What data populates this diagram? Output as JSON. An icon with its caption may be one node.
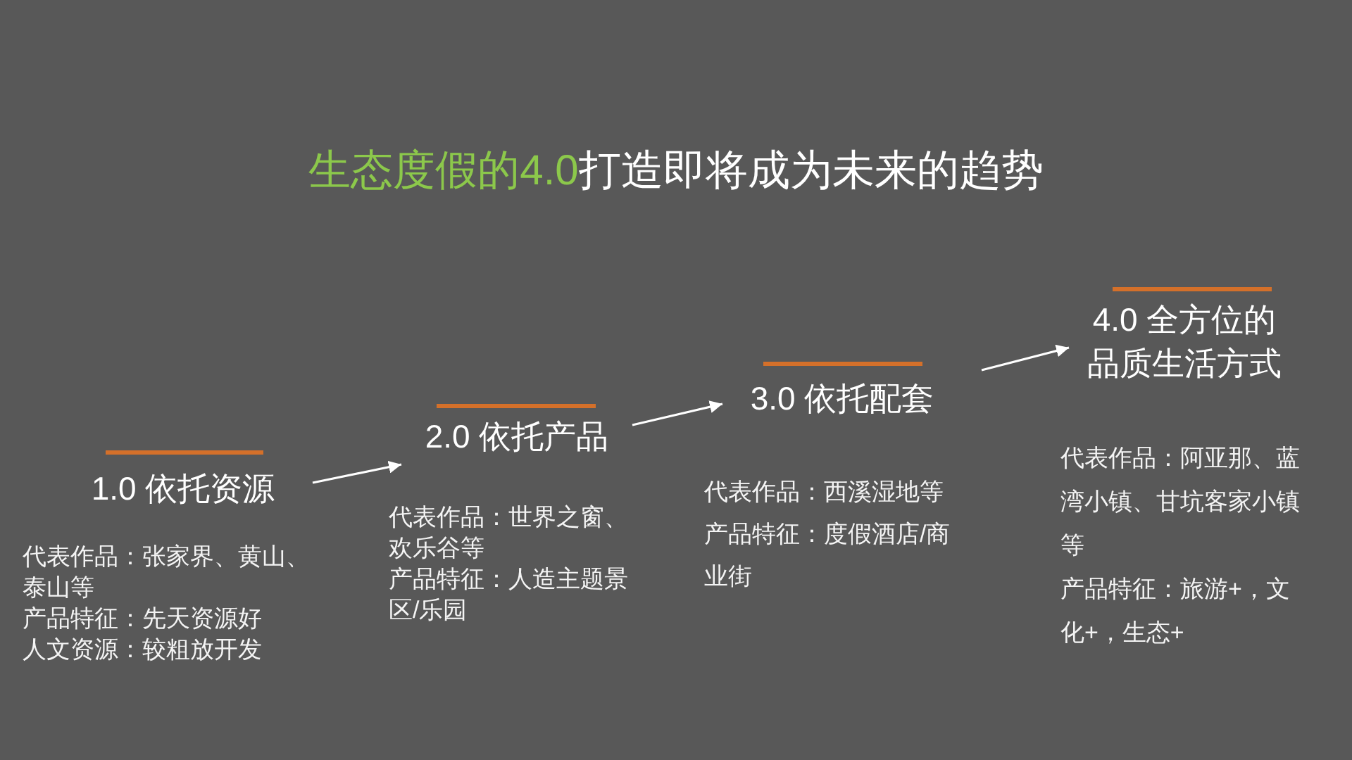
{
  "diagram": {
    "title": "**生态度假的4.0**打造即将成为未来的趋势",
    "nodes": [
      {
        "text": [
          "1.0 依托资源"
        ],
        "beside": [
          "代表作品：张家界、黄山、泰山等",
          "产品特征：先天资源好",
          "人文资源：较粗放开发"
        ]
      },
      {
        "text": [
          "2.0 依托产品"
        ],
        "beside": [
          "代表作品：世界之窗、欢乐谷等",
          "产品特征：人造主题景区/乐园"
        ]
      },
      {
        "text": [
          "3.0 依托配套"
        ],
        "beside": [
          "代表作品：西溪湿地等",
          "产品特征：度假酒店/商业街"
        ]
      },
      {
        "text": [
          "4.0 全方位的品质生活方式"
        ],
        "beside": [
          "代表作品：阿亚那、蓝湾小镇、甘坑客家小镇等",
          "产品特征：旅游+，文化+，生态+"
        ]
      }
    ],
    "edges": [
      {
        "from": 0,
        "to": 1,
        "arrow": "to"
      },
      {
        "from": 1,
        "to": 2,
        "arrow": "to"
      },
      {
        "from": 2,
        "to": 3,
        "arrow": "to"
      }
    ]
  }
}
